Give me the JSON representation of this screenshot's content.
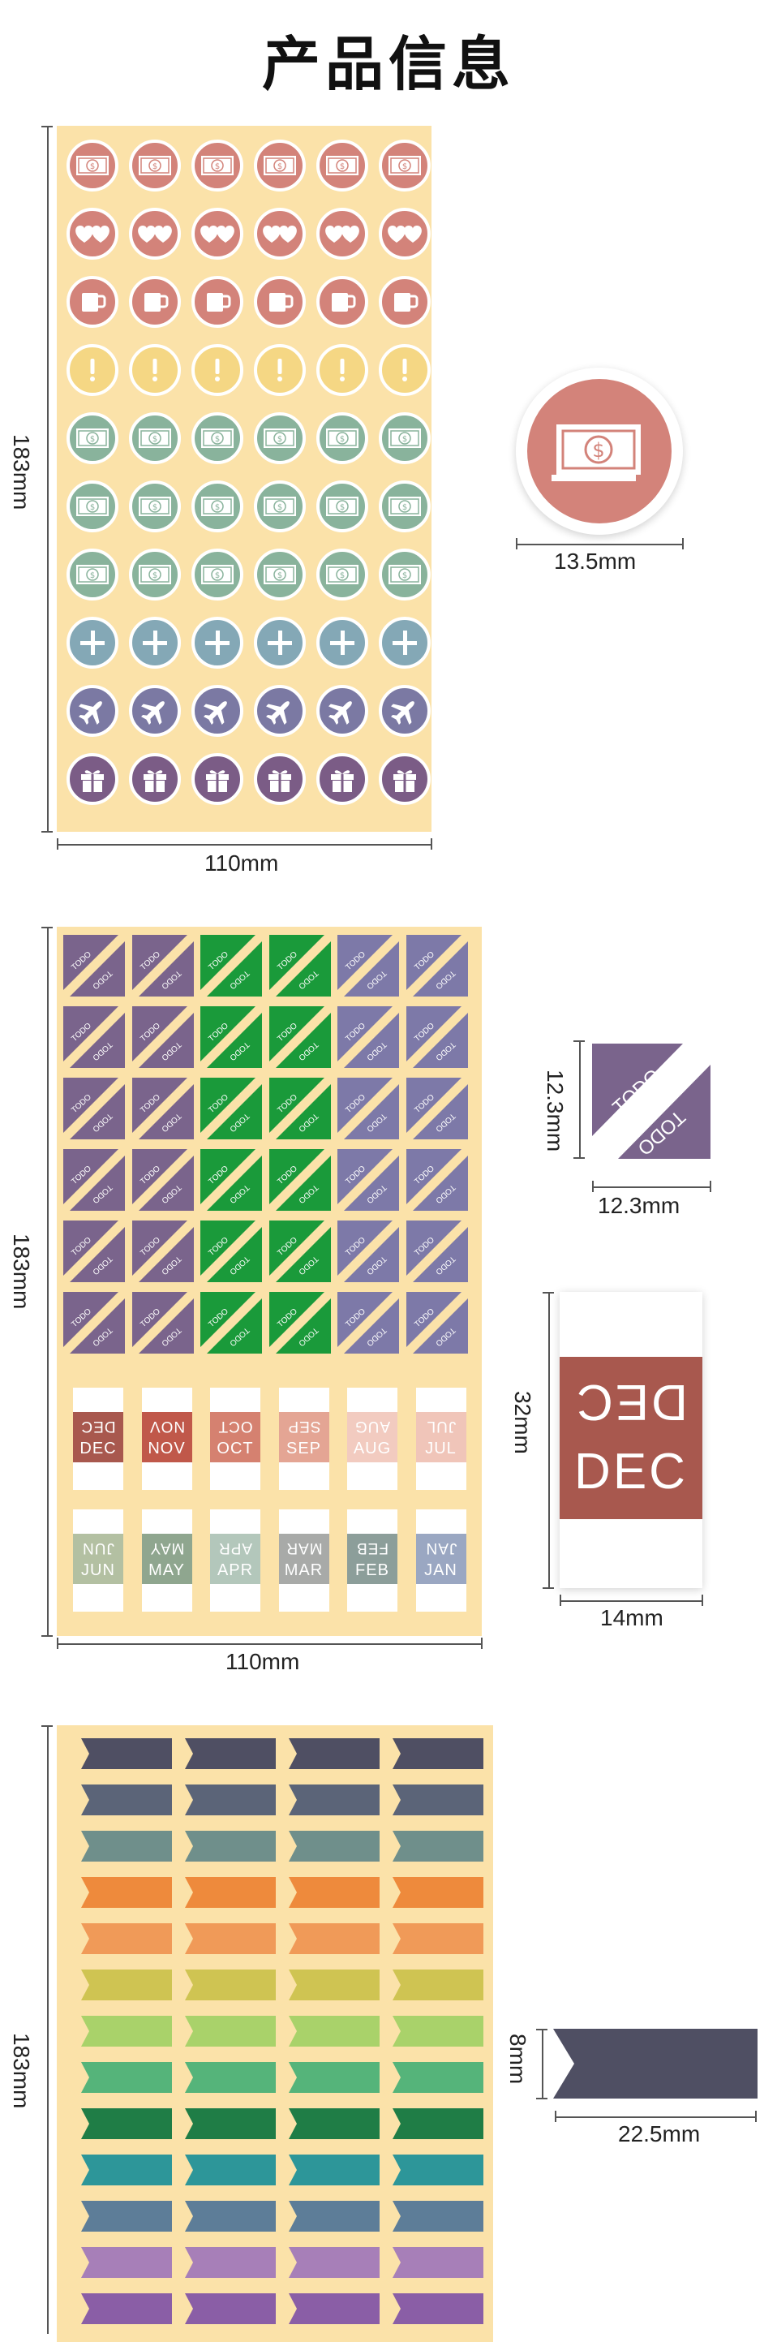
{
  "header": {
    "title": "产品信息"
  },
  "section1": {
    "height_label": "183mm",
    "width_label": "110mm",
    "detail_label": "13.5mm",
    "rows": [
      {
        "icon": "money-icon",
        "color": "#d3837a",
        "glyph_color": "#d3837a"
      },
      {
        "icon": "heart-icon",
        "color": "#d3837a",
        "glyph_color": "#ffffff"
      },
      {
        "icon": "mug-icon",
        "color": "#d3837a",
        "glyph_color": "#ffffff"
      },
      {
        "icon": "exclamation-icon",
        "color": "#f5d784",
        "glyph_color": "#ffffff"
      },
      {
        "icon": "money-icon",
        "color": "#89b39c",
        "glyph_color": "#89b39c"
      },
      {
        "icon": "money-icon",
        "color": "#89b39c",
        "glyph_color": "#89b39c"
      },
      {
        "icon": "money-icon",
        "color": "#89b39c",
        "glyph_color": "#89b39c"
      },
      {
        "icon": "plus-icon",
        "color": "#84a8b6",
        "glyph_color": "#ffffff"
      },
      {
        "icon": "airplane-icon",
        "color": "#7b79a3",
        "glyph_color": "#ffffff"
      },
      {
        "icon": "gift-icon",
        "color": "#7b5c86",
        "glyph_color": "#ffffff"
      }
    ]
  },
  "section2": {
    "height_label": "183mm",
    "width_label": "110mm",
    "todo_height_label": "12.3mm",
    "todo_width_label": "12.3mm",
    "month_height_label": "32mm",
    "month_width_label": "14mm",
    "todo_text": "TODO",
    "column_colors": [
      "#7a648c",
      "#7a648c",
      "#1a9a3a",
      "#1a9a3a",
      "#7d79a8",
      "#7d79a8"
    ],
    "months_top": [
      {
        "label": "DEC",
        "color": "#a8584e"
      },
      {
        "label": "NOV",
        "color": "#c0584a"
      },
      {
        "label": "OCT",
        "color": "#d58170"
      },
      {
        "label": "SEP",
        "color": "#e4a594"
      },
      {
        "label": "AUG",
        "color": "#f2cbc0"
      },
      {
        "label": "JUL",
        "color": "#f0c5b9"
      }
    ],
    "months_bottom": [
      {
        "label": "JUN",
        "color": "#b3c0a2"
      },
      {
        "label": "MAY",
        "color": "#8fa68f"
      },
      {
        "label": "APR",
        "color": "#b3c7bb"
      },
      {
        "label": "MAR",
        "color": "#a8aaa8"
      },
      {
        "label": "FEB",
        "color": "#8c9e9a"
      },
      {
        "label": "JAN",
        "color": "#9aa7c2"
      }
    ],
    "detail_month": {
      "label": "DEC",
      "color": "#a8584e"
    },
    "detail_todo_color": "#7a648c"
  },
  "section3": {
    "height_label": "183mm",
    "flag_height_label": "8mm",
    "flag_width_label": "22.5mm",
    "rows": [
      "#4f4f63",
      "#5b6478",
      "#6f8f8b",
      "#ee8a3c",
      "#f09a58",
      "#cfc452",
      "#a9d26a",
      "#55b47a",
      "#1f7d46",
      "#2d9699",
      "#5d7d98",
      "#a77fb8",
      "#8a5ea6"
    ],
    "detail_color": "#4f4f63"
  }
}
